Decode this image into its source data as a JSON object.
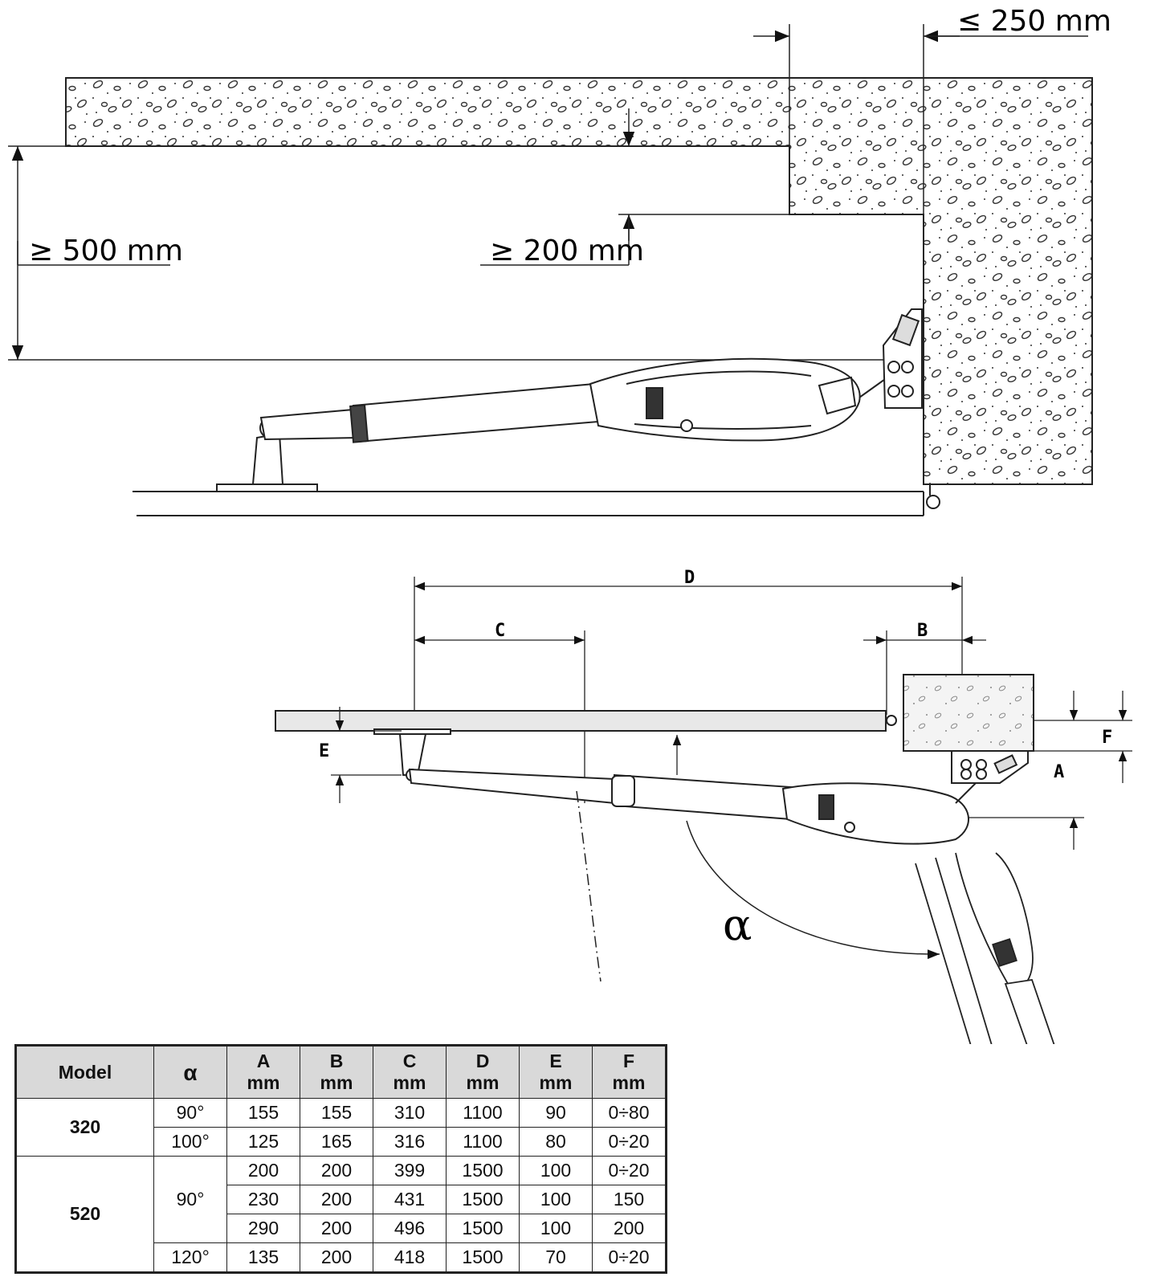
{
  "top_figure": {
    "dim_top_right": "≤ 250 mm",
    "dim_left": "≥ 500 mm",
    "dim_middle": "≥ 200 mm"
  },
  "plan_figure": {
    "label_d": "D",
    "label_c": "C",
    "label_b": "B",
    "label_e": "E",
    "label_f": "F",
    "label_a": "A",
    "angle_symbol": "α"
  },
  "table": {
    "headers": {
      "model": "Model",
      "alpha": "α",
      "a": "A",
      "a_unit": "mm",
      "b": "B",
      "b_unit": "mm",
      "c": "C",
      "c_unit": "mm",
      "d": "D",
      "d_unit": "mm",
      "e": "E",
      "e_unit": "mm",
      "f": "F",
      "f_unit": "mm"
    },
    "groups": [
      {
        "model": "320",
        "rows": [
          {
            "alpha": "90°",
            "a": "155",
            "b": "155",
            "c": "310",
            "d": "1100",
            "e": "90",
            "f": "0÷80"
          },
          {
            "alpha": "100°",
            "a": "125",
            "b": "165",
            "c": "316",
            "d": "1100",
            "e": "80",
            "f": "0÷20"
          }
        ]
      },
      {
        "model": "520",
        "rows": [
          {
            "alpha": "90°",
            "a": "200",
            "b": "200",
            "c": "399",
            "d": "1500",
            "e": "100",
            "f": "0÷20"
          },
          {
            "alpha": "",
            "a": "230",
            "b": "200",
            "c": "431",
            "d": "1500",
            "e": "100",
            "f": "150"
          },
          {
            "alpha": "",
            "a": "290",
            "b": "200",
            "c": "496",
            "d": "1500",
            "e": "100",
            "f": "200"
          },
          {
            "alpha": "120°",
            "a": "135",
            "b": "200",
            "c": "418",
            "d": "1500",
            "e": "70",
            "f": "0÷20"
          }
        ]
      }
    ]
  }
}
